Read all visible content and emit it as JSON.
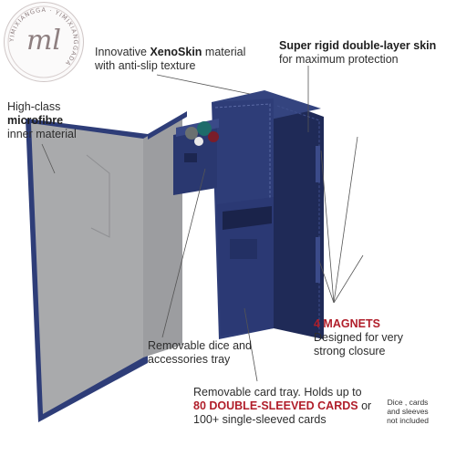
{
  "logo": {
    "monogram": "ml",
    "ring_text": "YIMIXIANGGA · YIMIXIANGGADA"
  },
  "labels": {
    "xenoskin_pre": "Innovative ",
    "xenoskin_bold": "XenoSkin",
    "xenoskin_post": " material",
    "xenoskin_line2": "with anti-slip texture",
    "skin_bold": "Super rigid double-layer skin",
    "skin_line2": "for maximum protection",
    "microfibre_line1": "High-class",
    "microfibre_bold": "microfibre",
    "microfibre_line3": "inner material",
    "magnets_bold": "4 MAGNETS",
    "magnets_line2": "Designed for very",
    "magnets_line3": "strong closure",
    "tray_line1": "Removable dice and",
    "tray_line2": "accessories tray",
    "cardtray_line1": "Removable card tray. Holds up to",
    "cardtray_bold": "80 DOUBLE-SLEEVED CARDS",
    "cardtray_or": " or",
    "cardtray_line3": "100+ single-sleeved cards",
    "note_line1": "Dice , cards",
    "note_line2": "and sleeves",
    "note_line3": "not included"
  },
  "colors": {
    "box_blue": "#2e3d78",
    "box_dark": "#1f2a57",
    "lining": "#a8a9ab",
    "accent_red": "#b01e2a"
  }
}
